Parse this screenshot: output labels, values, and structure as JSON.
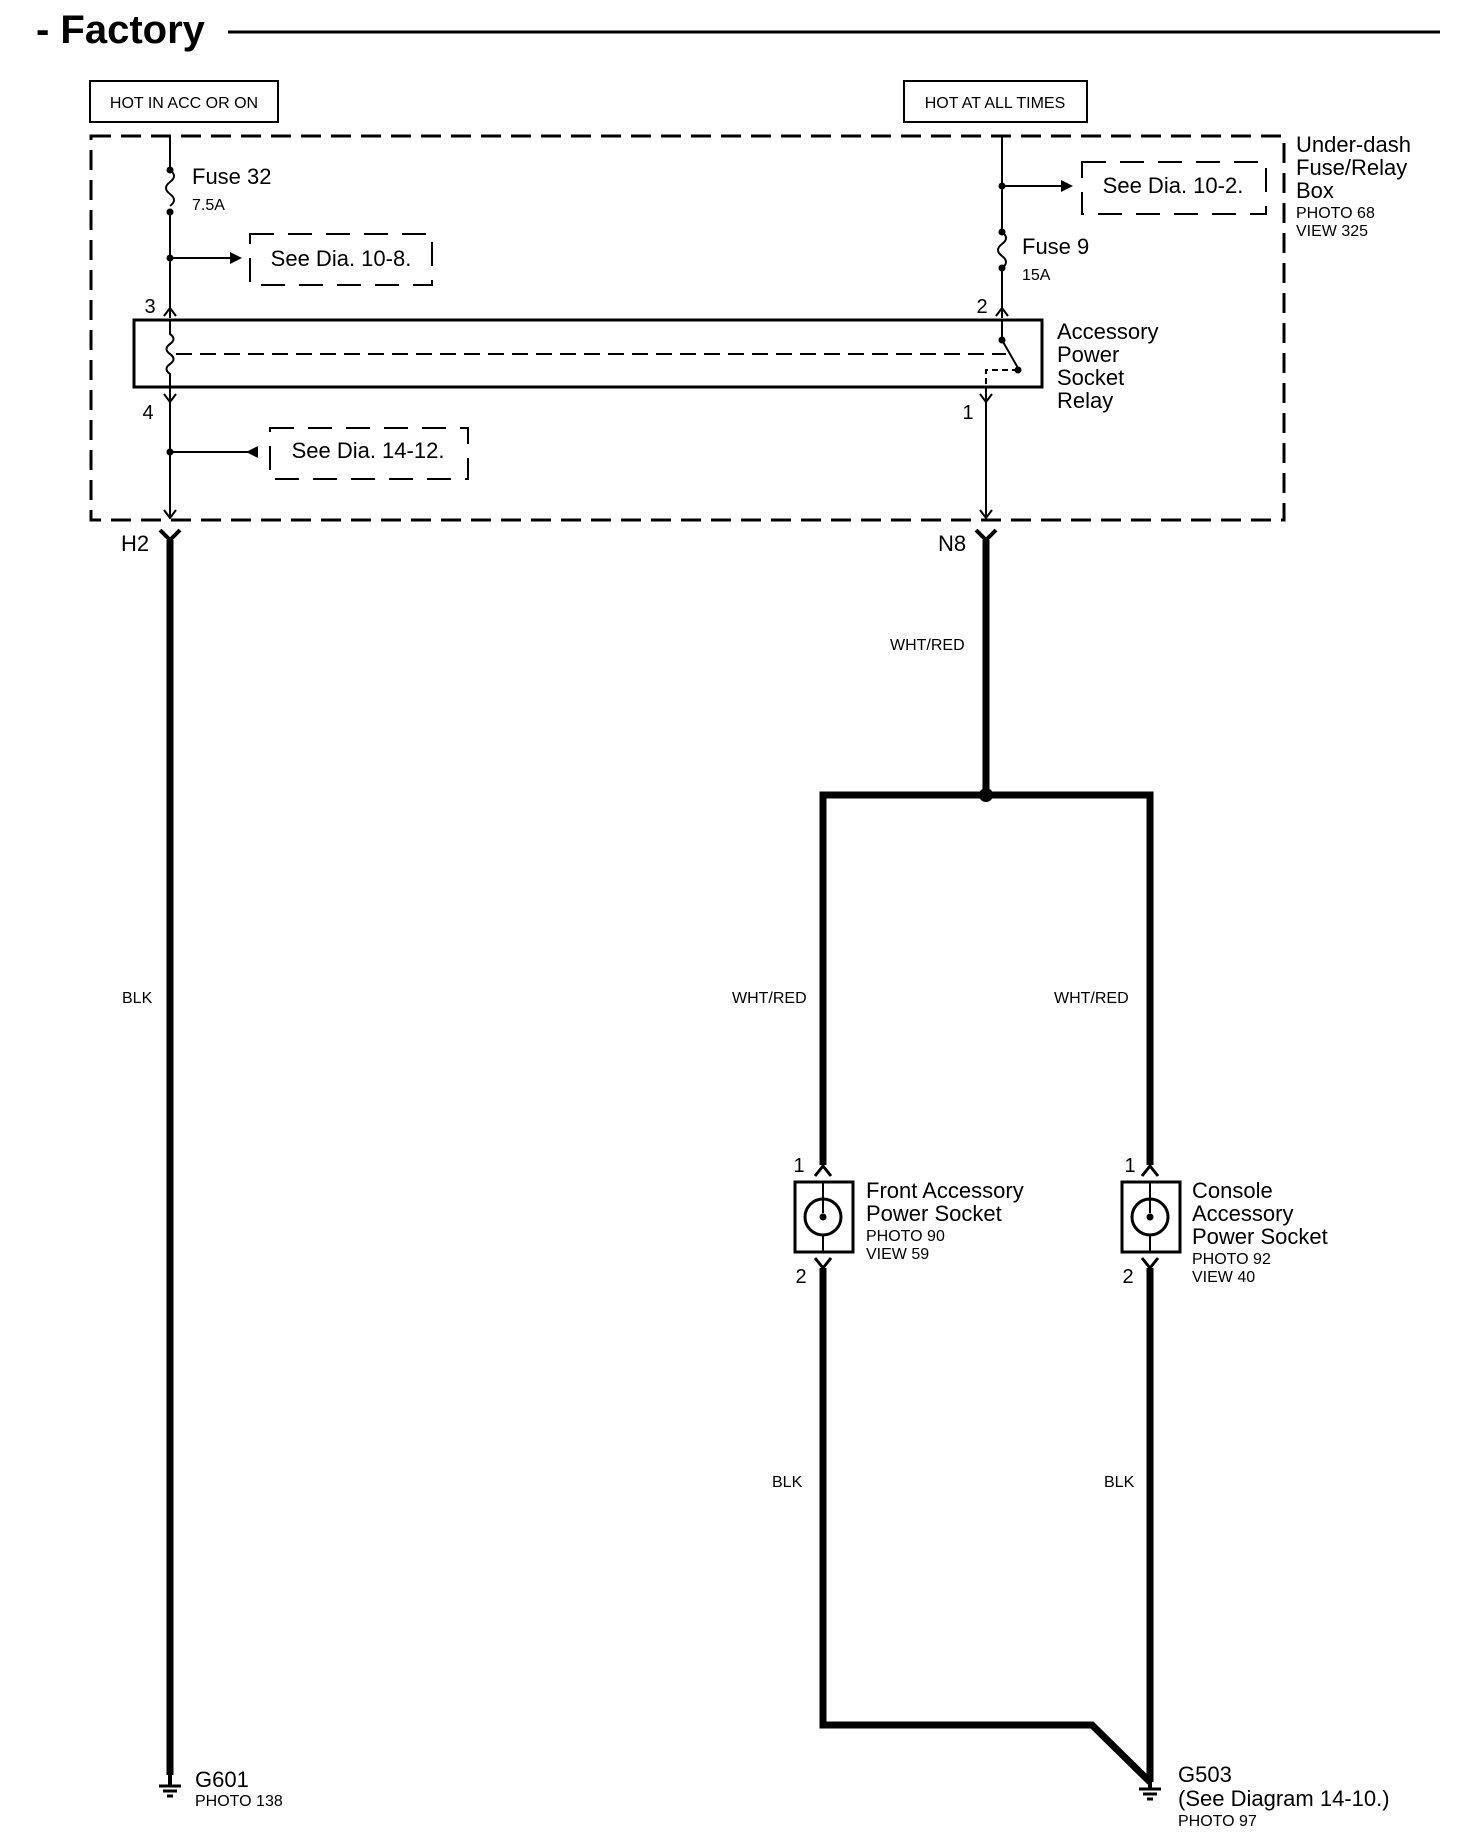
{
  "title": "- Factory",
  "power_sources": {
    "left": "HOT IN ACC OR ON",
    "right": "HOT AT ALL TIMES"
  },
  "fuse_box": {
    "name_line1": "Under-dash",
    "name_line2": "Fuse/Relay",
    "name_line3": "Box",
    "photo": "PHOTO 68",
    "view": "VIEW 325"
  },
  "fuses": {
    "left": {
      "name": "Fuse 32",
      "rating": "7.5A"
    },
    "right": {
      "name": "Fuse 9",
      "rating": "15A"
    }
  },
  "references": {
    "dia_10_8": "See Dia. 10-8.",
    "dia_10_2": "See Dia. 10-2.",
    "dia_14_12": "See Dia. 14-12."
  },
  "relay": {
    "line1": "Accessory",
    "line2": "Power",
    "line3": "Socket",
    "line4": "Relay",
    "pins": {
      "p3": "3",
      "p2": "2",
      "p4": "4",
      "p1": "1"
    }
  },
  "connectors": {
    "left": "H2",
    "right": "N8"
  },
  "wire_colors": {
    "main_red": "WHT/RED",
    "left_red": "WHT/RED",
    "right_red": "WHT/RED",
    "ground_left": "BLK",
    "front_ground": "BLK",
    "console_ground": "BLK"
  },
  "front_socket": {
    "line1": "Front Accessory",
    "line2": "Power Socket",
    "photo": "PHOTO 90",
    "view": "VIEW 59",
    "pin_top": "1",
    "pin_bottom": "2"
  },
  "console_socket": {
    "line1": "Console",
    "line2": "Accessory",
    "line3": "Power Socket",
    "photo": "PHOTO 92",
    "view": "VIEW 40",
    "pin_top": "1",
    "pin_bottom": "2"
  },
  "grounds": {
    "g601": {
      "name": "G601",
      "photo": "PHOTO 138"
    },
    "g503": {
      "name": "G503",
      "note": "(See Diagram 14-10.)",
      "photo": "PHOTO 97"
    }
  }
}
